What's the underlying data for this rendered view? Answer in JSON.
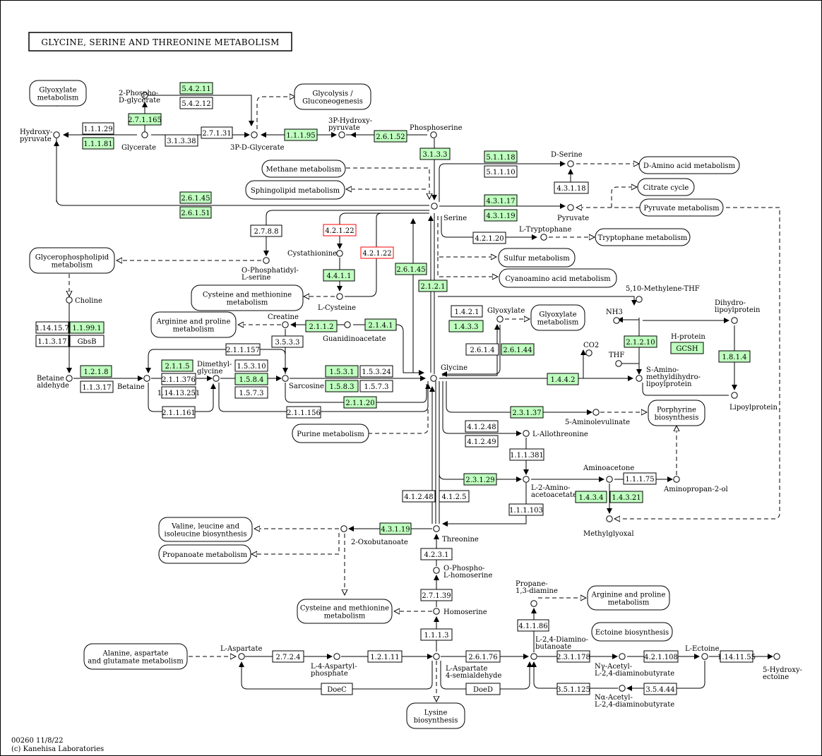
{
  "title": "GLYCINE, SERINE AND THREONINE METABOLISM",
  "footer": {
    "line1": "00260 11/8/22",
    "line2": "(c) Kanehisa Laboratories"
  },
  "colors": {
    "found": "#bfffbf",
    "plain": "#ffffff",
    "highlight": "#ff0000"
  },
  "enzymes": [
    {
      "id": "e1",
      "label": "5.4.2.11",
      "style": "green"
    },
    {
      "id": "e2",
      "label": "5.4.2.12",
      "style": "white"
    },
    {
      "id": "e3",
      "label": "2.7.1.165",
      "style": "green"
    },
    {
      "id": "e4",
      "label": "1.1.1.29",
      "style": "white"
    },
    {
      "id": "e5",
      "label": "1.1.1.81",
      "style": "green"
    },
    {
      "id": "e6",
      "label": "2.7.1.31",
      "style": "white"
    },
    {
      "id": "e7",
      "label": "3.1.3.38",
      "style": "white"
    },
    {
      "id": "e8",
      "label": "1.1.1.95",
      "style": "green"
    },
    {
      "id": "e9",
      "label": "2.6.1.52",
      "style": "green"
    },
    {
      "id": "e10",
      "label": "3.1.3.3",
      "style": "green"
    },
    {
      "id": "e11",
      "label": "5.1.1.18",
      "style": "green"
    },
    {
      "id": "e12",
      "label": "5.1.1.10",
      "style": "white"
    },
    {
      "id": "e13",
      "label": "4.3.1.18",
      "style": "white"
    },
    {
      "id": "e14",
      "label": "4.3.1.17",
      "style": "green"
    },
    {
      "id": "e15",
      "label": "4.3.1.19",
      "style": "green"
    },
    {
      "id": "e16",
      "label": "2.6.1.45",
      "style": "green"
    },
    {
      "id": "e17",
      "label": "2.6.1.51",
      "style": "green"
    },
    {
      "id": "e18",
      "label": "2.7.8.8",
      "style": "white"
    },
    {
      "id": "e19",
      "label": "4.2.1.22",
      "style": "red"
    },
    {
      "id": "e20",
      "label": "4.2.1.22",
      "style": "red"
    },
    {
      "id": "e21",
      "label": "4.4.1.1",
      "style": "green"
    },
    {
      "id": "e22",
      "label": "4.2.1.20",
      "style": "white"
    },
    {
      "id": "e23",
      "label": "2.6.1.45",
      "style": "green"
    },
    {
      "id": "e24",
      "label": "2.1.2.1",
      "style": "green"
    },
    {
      "id": "e25",
      "label": "1.14.15.7",
      "style": "white"
    },
    {
      "id": "e26",
      "label": "1.1.99.1",
      "style": "green"
    },
    {
      "id": "e27",
      "label": "1.1.3.17",
      "style": "white"
    },
    {
      "id": "e28",
      "label": "GbsB",
      "style": "white"
    },
    {
      "id": "e29",
      "label": "2.1.1.2",
      "style": "green"
    },
    {
      "id": "e30",
      "label": "2.1.4.1",
      "style": "green"
    },
    {
      "id": "e31",
      "label": "3.5.3.3",
      "style": "white"
    },
    {
      "id": "e32",
      "label": "2.1.1.157",
      "style": "white"
    },
    {
      "id": "e33",
      "label": "1.2.1.8",
      "style": "green"
    },
    {
      "id": "e34",
      "label": "1.1.3.17",
      "style": "white"
    },
    {
      "id": "e35",
      "label": "2.1.1.5",
      "style": "green"
    },
    {
      "id": "e36",
      "label": "2.1.1.376",
      "style": "white"
    },
    {
      "id": "e37",
      "label": "1.14.13.251",
      "style": "white"
    },
    {
      "id": "e38",
      "label": "1.5.3.10",
      "style": "white"
    },
    {
      "id": "e39",
      "label": "1.5.8.4",
      "style": "green"
    },
    {
      "id": "e40",
      "label": "1.5.7.3",
      "style": "white"
    },
    {
      "id": "e41",
      "label": "1.5.3.1",
      "style": "green"
    },
    {
      "id": "e42",
      "label": "1.5.3.24",
      "style": "white"
    },
    {
      "id": "e43",
      "label": "1.5.8.3",
      "style": "green"
    },
    {
      "id": "e44",
      "label": "1.5.7.3",
      "style": "white"
    },
    {
      "id": "e45",
      "label": "2.1.1.20",
      "style": "green"
    },
    {
      "id": "e46",
      "label": "2.1.1.161",
      "style": "white"
    },
    {
      "id": "e47",
      "label": "2.1.1.156",
      "style": "white"
    },
    {
      "id": "e48",
      "label": "1.4.2.1",
      "style": "white"
    },
    {
      "id": "e49",
      "label": "1.4.3.3",
      "style": "green"
    },
    {
      "id": "e50",
      "label": "2.6.1.4",
      "style": "white"
    },
    {
      "id": "e51",
      "label": "2.6.1.44",
      "style": "green"
    },
    {
      "id": "e52",
      "label": "2.1.2.10",
      "style": "green"
    },
    {
      "id": "e53",
      "label": "GCSH",
      "style": "green"
    },
    {
      "id": "e54",
      "label": "1.8.1.4",
      "style": "green"
    },
    {
      "id": "e55",
      "label": "1.4.4.2",
      "style": "green"
    },
    {
      "id": "e56",
      "label": "2.3.1.37",
      "style": "green"
    },
    {
      "id": "e57",
      "label": "4.1.2.48",
      "style": "white"
    },
    {
      "id": "e58",
      "label": "4.1.2.49",
      "style": "white"
    },
    {
      "id": "e59",
      "label": "1.1.1.381",
      "style": "white"
    },
    {
      "id": "e60",
      "label": "2.3.1.29",
      "style": "green"
    },
    {
      "id": "e61",
      "label": "4.1.2.48",
      "style": "white"
    },
    {
      "id": "e62",
      "label": "4.1.2.5",
      "style": "white"
    },
    {
      "id": "e63",
      "label": "1.1.1.103",
      "style": "white"
    },
    {
      "id": "e64",
      "label": "1.1.1.75",
      "style": "white"
    },
    {
      "id": "e65",
      "label": "1.4.3.4",
      "style": "green"
    },
    {
      "id": "e66",
      "label": "1.4.3.21",
      "style": "green"
    },
    {
      "id": "e67",
      "label": "4.3.1.19",
      "style": "green"
    },
    {
      "id": "e68",
      "label": "4.2.3.1",
      "style": "white"
    },
    {
      "id": "e69",
      "label": "2.7.1.39",
      "style": "white"
    },
    {
      "id": "e70",
      "label": "1.1.1.3",
      "style": "white"
    },
    {
      "id": "e71",
      "label": "4.1.1.86",
      "style": "white"
    },
    {
      "id": "e72",
      "label": "2.7.2.4",
      "style": "white"
    },
    {
      "id": "e73",
      "label": "1.2.1.11",
      "style": "white"
    },
    {
      "id": "e74",
      "label": "2.6.1.76",
      "style": "white"
    },
    {
      "id": "e75",
      "label": "2.3.1.178",
      "style": "white"
    },
    {
      "id": "e76",
      "label": "4.2.1.108",
      "style": "white"
    },
    {
      "id": "e77",
      "label": "1.14.11.55",
      "style": "white"
    },
    {
      "id": "e78",
      "label": "DoeC",
      "style": "white"
    },
    {
      "id": "e79",
      "label": "DoeD",
      "style": "white"
    },
    {
      "id": "e80",
      "label": "3.5.1.125",
      "style": "white"
    },
    {
      "id": "e81",
      "label": "3.5.4.44",
      "style": "white"
    }
  ],
  "maps": [
    {
      "id": "m1",
      "lines": [
        "Glyoxylate",
        "metabolism"
      ]
    },
    {
      "id": "m2",
      "lines": [
        "Glycolysis /",
        "Gluconeogenesis"
      ]
    },
    {
      "id": "m3",
      "lines": [
        "Methane metabolism"
      ]
    },
    {
      "id": "m4",
      "lines": [
        "Sphingolipid metabolism"
      ]
    },
    {
      "id": "m5",
      "lines": [
        "D-Amino acid metabolism"
      ]
    },
    {
      "id": "m6",
      "lines": [
        "Citrate cycle"
      ]
    },
    {
      "id": "m7",
      "lines": [
        "Pyruvate metabolism"
      ]
    },
    {
      "id": "m8",
      "lines": [
        "Glycerophospholipid",
        "metabolism"
      ]
    },
    {
      "id": "m9",
      "lines": [
        "Tryptophane metabolism"
      ]
    },
    {
      "id": "m10",
      "lines": [
        "Sulfur metabolism"
      ]
    },
    {
      "id": "m11",
      "lines": [
        "Cyanoamino acid metabolism"
      ]
    },
    {
      "id": "m12",
      "lines": [
        "Cysteine and methionine",
        "metabolism"
      ]
    },
    {
      "id": "m13",
      "lines": [
        "Arginine and proline",
        "metabolism"
      ]
    },
    {
      "id": "m14",
      "lines": [
        "Glyoxylate",
        "metabolism"
      ]
    },
    {
      "id": "m15",
      "lines": [
        "Porphyrine",
        "biosynthesis"
      ]
    },
    {
      "id": "m16",
      "lines": [
        "Purine metabolism"
      ]
    },
    {
      "id": "m17",
      "lines": [
        "Valine, leucine and",
        "isoleucine biosynthesis"
      ]
    },
    {
      "id": "m18",
      "lines": [
        "Propanoate metabolism"
      ]
    },
    {
      "id": "m19",
      "lines": [
        "Cysteine and methionine",
        "metabolism"
      ]
    },
    {
      "id": "m20",
      "lines": [
        "Arginine and proline",
        "metabolism"
      ]
    },
    {
      "id": "m21",
      "lines": [
        "Ectoine biosynthesis"
      ]
    },
    {
      "id": "m22",
      "lines": [
        "Alanine, aspartate",
        "and glutamate metabolism"
      ]
    },
    {
      "id": "m23",
      "lines": [
        "Lysine",
        "biosynthesis"
      ]
    }
  ],
  "compounds": [
    {
      "id": "c1",
      "lines": [
        "2-Phospho-",
        "D-glycerate"
      ]
    },
    {
      "id": "c2",
      "lines": [
        "Hydroxy-",
        "pyruvate"
      ]
    },
    {
      "id": "c3",
      "lines": [
        "Glycerate"
      ]
    },
    {
      "id": "c4",
      "lines": [
        "3P-D-Glycerate"
      ]
    },
    {
      "id": "c5",
      "lines": [
        "3P-Hydroxy-",
        "pyruvate"
      ]
    },
    {
      "id": "c6",
      "lines": [
        "Phosphoserine"
      ]
    },
    {
      "id": "c7",
      "lines": [
        "D-Serine"
      ]
    },
    {
      "id": "c8",
      "lines": [
        "Serine"
      ]
    },
    {
      "id": "c9",
      "lines": [
        "Pyruvate"
      ]
    },
    {
      "id": "c10",
      "lines": [
        "O-Phosphatidyl-",
        "L-serine"
      ]
    },
    {
      "id": "c11",
      "lines": [
        "Cystathionine"
      ]
    },
    {
      "id": "c12",
      "lines": [
        "L-Cysteine"
      ]
    },
    {
      "id": "c13",
      "lines": [
        "L-Tryptophane"
      ]
    },
    {
      "id": "c14",
      "lines": [
        "Choline"
      ]
    },
    {
      "id": "c15",
      "lines": [
        "Creatine"
      ]
    },
    {
      "id": "c16",
      "lines": [
        "Guanidinoacetate"
      ]
    },
    {
      "id": "c17",
      "lines": [
        "Betaine",
        "aldehyde"
      ]
    },
    {
      "id": "c18",
      "lines": [
        "Betaine"
      ]
    },
    {
      "id": "c19",
      "lines": [
        "Dimethyl-",
        "glycine"
      ]
    },
    {
      "id": "c20",
      "lines": [
        "Sarcosine"
      ]
    },
    {
      "id": "c21",
      "lines": [
        "Glycine"
      ]
    },
    {
      "id": "c22",
      "lines": [
        "Glyoxylate"
      ]
    },
    {
      "id": "c23",
      "lines": [
        "5,10-Methylene-THF"
      ]
    },
    {
      "id": "c24",
      "lines": [
        "NH3"
      ]
    },
    {
      "id": "c25",
      "lines": [
        "Dihydro-",
        "lipoylprotein"
      ]
    },
    {
      "id": "c26",
      "lines": [
        "H-protein"
      ]
    },
    {
      "id": "c27",
      "lines": [
        "CO2"
      ]
    },
    {
      "id": "c28",
      "lines": [
        "THF"
      ]
    },
    {
      "id": "c29",
      "lines": [
        "S-Amino-",
        "methyldihydro-",
        "lipoylprotein"
      ]
    },
    {
      "id": "c30",
      "lines": [
        "Lipoylprotein"
      ]
    },
    {
      "id": "c31",
      "lines": [
        "5-Aminolevulinate"
      ]
    },
    {
      "id": "c32",
      "lines": [
        "L-Allothreonine"
      ]
    },
    {
      "id": "c33",
      "lines": [
        "Aminoacetone"
      ]
    },
    {
      "id": "c34",
      "lines": [
        "L-2-Amino-",
        "acetoacetate"
      ]
    },
    {
      "id": "c35",
      "lines": [
        "Aminopropan-2-ol"
      ]
    },
    {
      "id": "c36",
      "lines": [
        "Methylglyoxal"
      ]
    },
    {
      "id": "c37",
      "lines": [
        "2-Oxobutanoate"
      ]
    },
    {
      "id": "c38",
      "lines": [
        "Threonine"
      ]
    },
    {
      "id": "c39",
      "lines": [
        "O-Phospho-",
        "L-homoserine"
      ]
    },
    {
      "id": "c40",
      "lines": [
        "Homoserine"
      ]
    },
    {
      "id": "c41",
      "lines": [
        "Propane-",
        "1,3-diamine"
      ]
    },
    {
      "id": "c42",
      "lines": [
        "L-Aspartate"
      ]
    },
    {
      "id": "c43",
      "lines": [
        "L-4-Aspartyl-",
        "phosphate"
      ]
    },
    {
      "id": "c44",
      "lines": [
        "L-Aspartate",
        "4-semialdehyde"
      ]
    },
    {
      "id": "c45",
      "lines": [
        "L-2,4-Diamino-",
        "butanoate"
      ]
    },
    {
      "id": "c46",
      "lines": [
        "Nγ-Acetyl-",
        "L-2,4-diaminobutyrate"
      ]
    },
    {
      "id": "c47",
      "lines": [
        "L-Ectoine"
      ]
    },
    {
      "id": "c48",
      "lines": [
        "5-Hydroxy-",
        "ectoine"
      ]
    },
    {
      "id": "c49",
      "lines": [
        "Nα-Acetyl-",
        "L-2,4-diaminobutyrate"
      ]
    }
  ]
}
